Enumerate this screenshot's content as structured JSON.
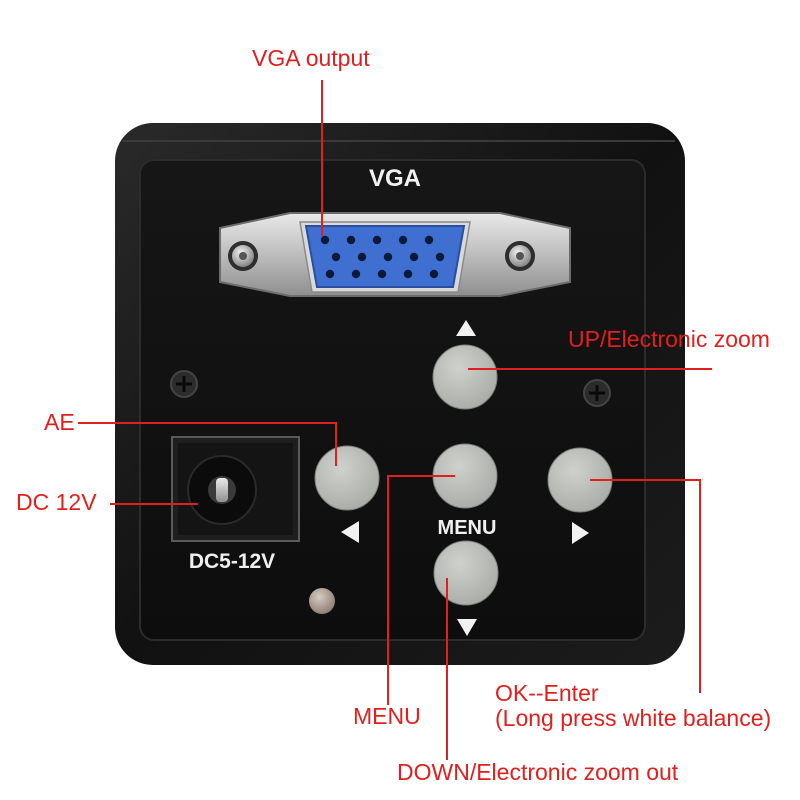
{
  "device": {
    "vga_label": "VGA",
    "menu_label": "MENU",
    "power_label": "DC5-12V"
  },
  "callouts": {
    "vga_output": "VGA output",
    "up": "UP/Electronic zoom",
    "ae": "AE",
    "dc": "DC 12V",
    "menu": "MENU",
    "ok_line1": "OK--Enter",
    "ok_line2": "(Long press white balance)",
    "down": "DOWN/Electronic zoom out"
  },
  "colors": {
    "callout": "#e0201e",
    "case": "#121212",
    "button": "#b9bcb6",
    "vga_port": "#3f6fd0"
  },
  "icons": {
    "up": "triangle-up-icon",
    "down": "triangle-down-icon",
    "left": "triangle-left-icon",
    "right": "triangle-right-icon"
  }
}
